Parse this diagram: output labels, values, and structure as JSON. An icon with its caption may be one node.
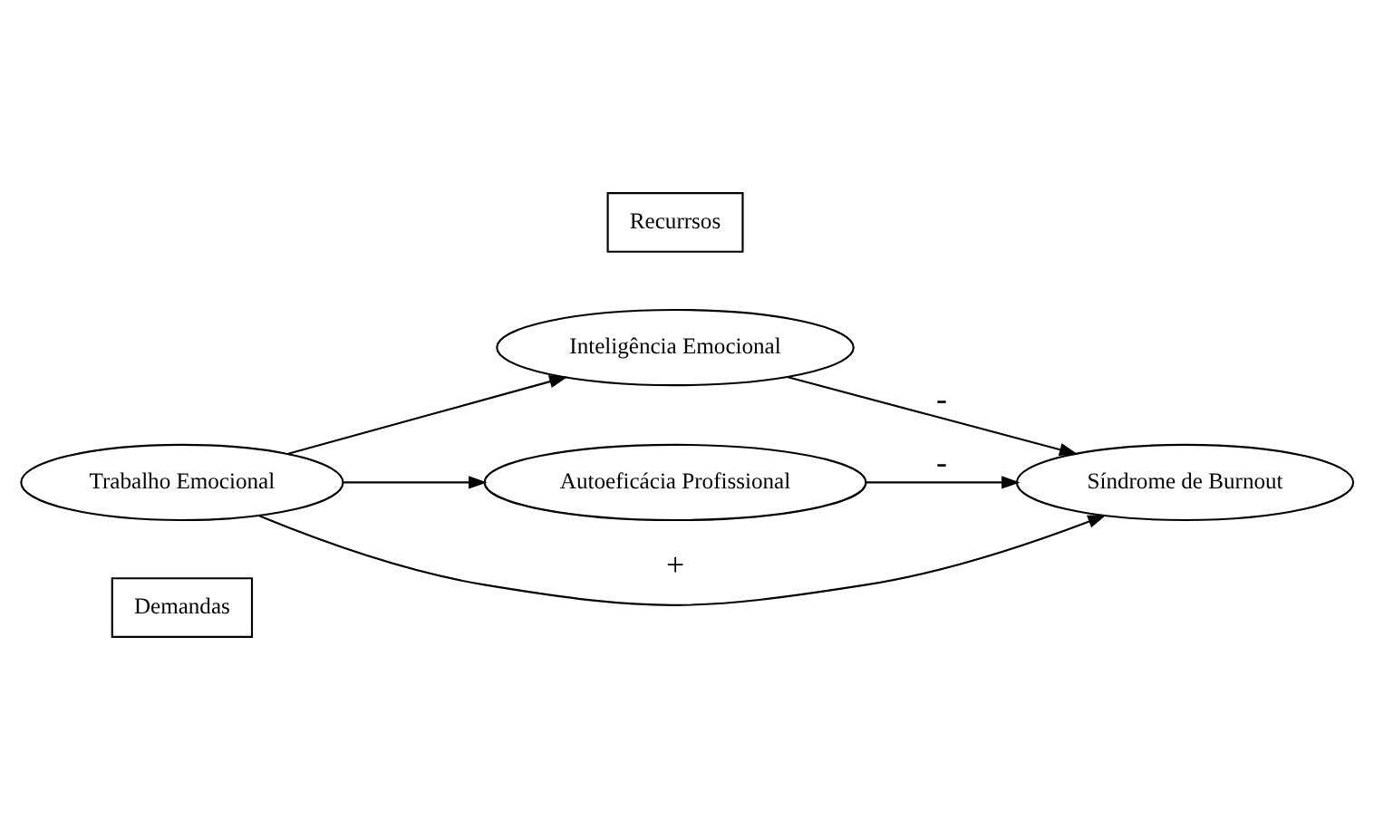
{
  "diagram": {
    "nodes": [
      {
        "text": [
          "Demandas"
        ]
      },
      {
        "text": [
          "Recurrsos"
        ]
      },
      {
        "text": [
          "Inteligência Emocional"
        ]
      },
      {
        "text": [
          "Trabalho Emocional"
        ]
      },
      {
        "text": [
          "Síndrome de Burnout"
        ]
      },
      {
        "text": [
          "Autoeficácia Profissional"
        ]
      }
    ],
    "edges": [
      {
        "from": 3,
        "to": 2,
        "arrow": "to"
      },
      {
        "from": 2,
        "to": 4,
        "arrow": "to",
        "label": "-"
      },
      {
        "from": 3,
        "to": 4,
        "arrow": "to",
        "label": "+"
      },
      {
        "from": 3,
        "to": 5,
        "arrow": "to"
      },
      {
        "from": 5,
        "to": 4,
        "arrow": "to",
        "label": "-"
      }
    ]
  }
}
